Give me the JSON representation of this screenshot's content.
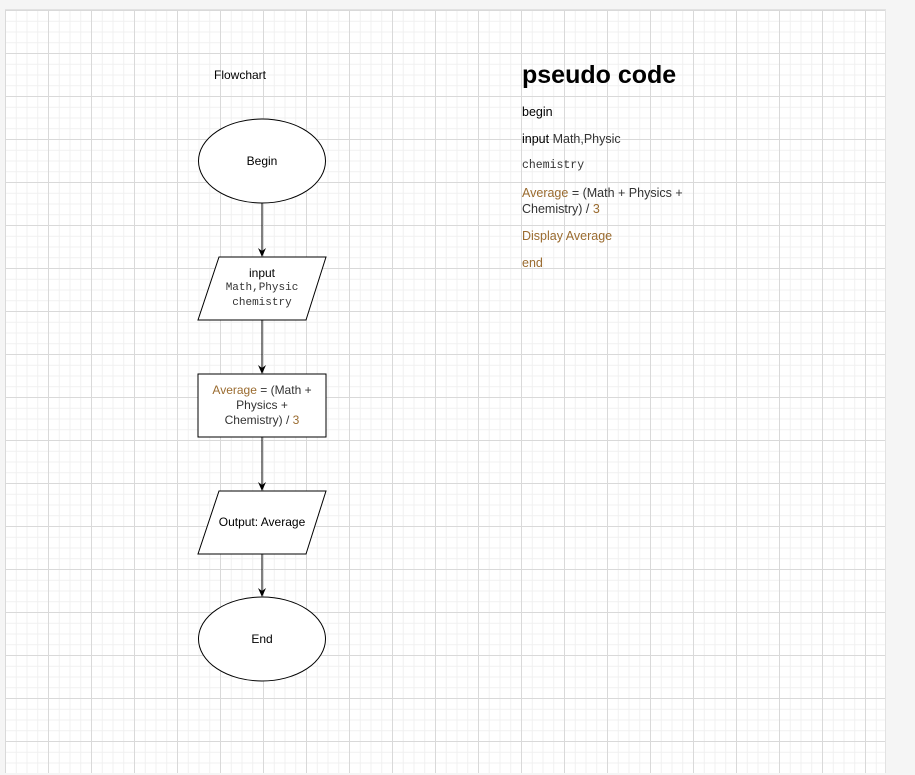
{
  "flowchart": {
    "title": "Flowchart",
    "begin": "Begin",
    "input_keyword": "input",
    "input_vars_line1": "Math,Physic",
    "input_vars_line2": "chemistry",
    "process": {
      "var": "Average",
      "expr_start": " = (Math +",
      "expr_mid": "Physics +",
      "expr_end": "Chemistry) / ",
      "divisor": "3"
    },
    "output": "Output: Average",
    "end": "End"
  },
  "pseudo": {
    "title": "pseudo code",
    "begin": "begin",
    "input_keyword": "input",
    "input_vars": " Math,Physic",
    "line_chemistry": "chemistry",
    "avg_var": "Average",
    "avg_expr": " = (Math + Physics + Chemistry) / ",
    "avg_divisor": "3",
    "display": "Display Average",
    "end": "end"
  },
  "colors": {
    "keyword": "#9a6b2f",
    "stroke": "#000000",
    "grid": "#d9d9d9"
  }
}
